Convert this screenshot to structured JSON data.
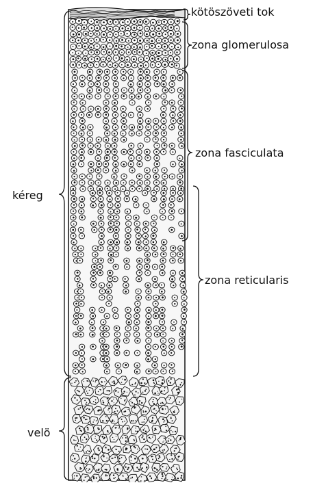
{
  "figure": {
    "labels": {
      "capsule": "kötöszöveti tok",
      "glomerulosa": "zona glomerulosa",
      "fasciculata": "zona fasciculata",
      "reticularis": "zona reticularis",
      "cortex": "kéreg",
      "medulla": "velö"
    },
    "colors": {
      "ink": "#111111",
      "background": "#ffffff"
    }
  }
}
